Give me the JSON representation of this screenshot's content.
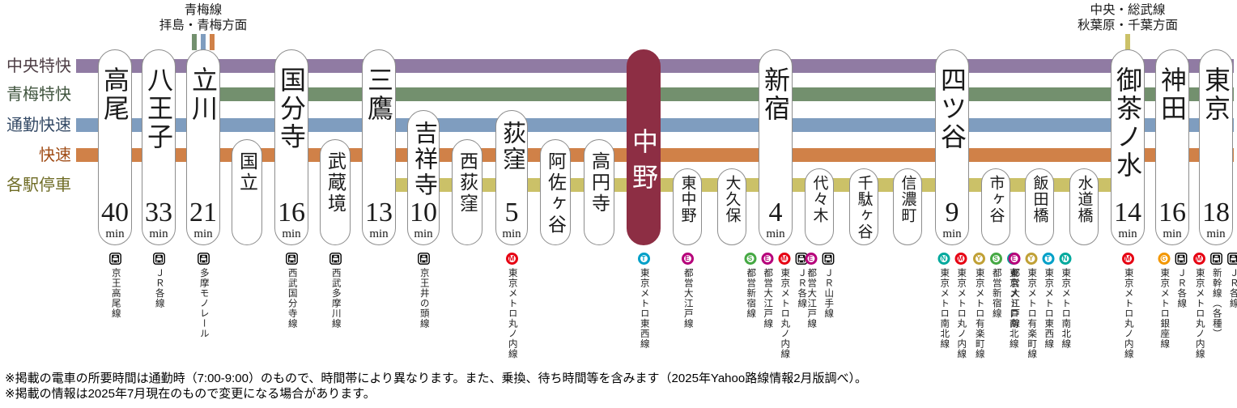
{
  "services": [
    {
      "key": "chuo-tokkai",
      "label": "中央特快",
      "color": "#907ba3",
      "label_color": "#4d3d44",
      "from": null,
      "to": null
    },
    {
      "key": "ome-tokkai",
      "label": "青梅特快",
      "color": "#73906e",
      "label_color": "#41553f",
      "from": "立川",
      "to": null
    },
    {
      "key": "tsukin-kaisoku",
      "label": "通勤快速",
      "color": "#7f9dbf",
      "label_color": "#344a66",
      "from": null,
      "to": null
    },
    {
      "key": "kaisoku",
      "label": "快速",
      "color": "#d08148",
      "label_color": "#a04c16",
      "from": null,
      "to": null
    },
    {
      "key": "kakueki",
      "label": "各駅停車",
      "color": "#cbc168",
      "label_color": "#6e6b24",
      "from": "三鷹",
      "to": "御茶ノ水"
    }
  ],
  "branches": [
    {
      "station": "立川",
      "line1": "青梅線",
      "line2": "拝島・青梅方面",
      "stub_colors": [
        "#73906e",
        "#7f9dbf",
        "#d08148"
      ]
    },
    {
      "station": "御茶ノ水",
      "line1": "中央・総武線",
      "line2": "秋葉原・千葉方面",
      "stub_colors": [
        "#cbc168"
      ]
    }
  ],
  "highlight_color": "#8d2e44",
  "units": {
    "min": "min"
  },
  "icon_colors": {
    "M": "#e60012",
    "T": "#00a0c8",
    "E": "#b6007a",
    "S": "#45a843",
    "N": "#00a99d",
    "Y": "#c0a035",
    "G": "#f39700"
  },
  "stations": [
    {
      "name": "高尾",
      "level": "express",
      "minutes": "40",
      "transfers": [
        {
          "icon": "train",
          "label": "京王高尾線"
        }
      ]
    },
    {
      "name": "八王子",
      "level": "express",
      "minutes": "33",
      "transfers": [
        {
          "icon": "train",
          "label": "ＪＲ各線"
        }
      ]
    },
    {
      "name": "立川",
      "level": "express",
      "minutes": "21",
      "transfers": [
        {
          "icon": "train",
          "label": "多摩モノレール"
        }
      ]
    },
    {
      "name": "国立",
      "level": "rapid",
      "minutes": null,
      "transfers": []
    },
    {
      "name": "国分寺",
      "level": "express",
      "minutes": "16",
      "transfers": [
        {
          "icon": "train",
          "label": "西武国分寺線"
        }
      ]
    },
    {
      "name": "武蔵境",
      "level": "rapid",
      "minutes": null,
      "transfers": [
        {
          "icon": "train",
          "label": "西武多摩川線"
        }
      ]
    },
    {
      "name": "三鷹",
      "level": "express",
      "minutes": "13",
      "transfers": []
    },
    {
      "name": "吉祥寺",
      "level": "tsukin",
      "minutes": "10",
      "transfers": [
        {
          "icon": "train",
          "label": "京王井の頭線"
        }
      ]
    },
    {
      "name": "西荻窪",
      "level": "rapid",
      "minutes": null,
      "transfers": []
    },
    {
      "name": "荻窪",
      "level": "tsukin",
      "minutes": "5",
      "transfers": [
        {
          "icon": "M",
          "label": "東京メトロ丸ノ内線"
        }
      ]
    },
    {
      "name": "阿佐ヶ谷",
      "level": "rapid",
      "minutes": null,
      "transfers": []
    },
    {
      "name": "高円寺",
      "level": "rapid",
      "minutes": null,
      "transfers": []
    },
    {
      "name": "中野",
      "level": "express",
      "minutes": null,
      "highlight": true,
      "transfers": [
        {
          "icon": "T",
          "label": "東京メトロ東西線"
        }
      ]
    },
    {
      "name": "東中野",
      "level": "local",
      "minutes": null,
      "transfers": [
        {
          "icon": "E",
          "label": "都営大江戸線"
        }
      ]
    },
    {
      "name": "大久保",
      "level": "local",
      "minutes": null,
      "transfers": []
    },
    {
      "name": "新宿",
      "level": "express",
      "minutes": "4",
      "transfers": [
        {
          "icon": "S",
          "label": "都営新宿線"
        },
        {
          "icon": "E",
          "label": "都営大江戸線"
        },
        {
          "icon": "M",
          "label": "東京メトロ丸ノ内線"
        },
        {
          "icon": "train",
          "label": "ＪＲ各線"
        }
      ]
    },
    {
      "name": "代々木",
      "level": "local",
      "minutes": null,
      "transfers": [
        {
          "icon": "E",
          "label": "都営大江戸線"
        },
        {
          "icon": "train",
          "label": "ＪＲ山手線"
        }
      ]
    },
    {
      "name": "千駄ヶ谷",
      "level": "local",
      "minutes": null,
      "transfers": []
    },
    {
      "name": "信濃町",
      "level": "local",
      "minutes": null,
      "transfers": []
    },
    {
      "name": "四ツ谷",
      "level": "express",
      "minutes": "9",
      "transfers": [
        {
          "icon": "N",
          "label": "東京メトロ南北線"
        },
        {
          "icon": "M",
          "label": "東京メトロ丸ノ内線"
        }
      ]
    },
    {
      "name": "市ヶ谷",
      "level": "local",
      "minutes": null,
      "transfers": [
        {
          "icon": "Y",
          "label": "東京メトロ有楽町線"
        },
        {
          "icon": "S",
          "label": "都営新宿線"
        },
        {
          "icon": "N",
          "label": "東京メトロ南北線"
        }
      ]
    },
    {
      "name": "飯田橋",
      "level": "local",
      "minutes": null,
      "transfers": [
        {
          "icon": "E",
          "label": "都営大江戸線"
        },
        {
          "icon": "Y",
          "label": "東京メトロ有楽町線"
        },
        {
          "icon": "T",
          "label": "東京メトロ東西線"
        },
        {
          "icon": "N",
          "label": "東京メトロ南北線"
        }
      ]
    },
    {
      "name": "水道橋",
      "level": "local",
      "minutes": null,
      "transfers": []
    },
    {
      "name": "御茶ノ水",
      "level": "express",
      "minutes": "14",
      "transfers": [
        {
          "icon": "M",
          "label": "東京メトロ丸ノ内線"
        }
      ]
    },
    {
      "name": "神田",
      "level": "express",
      "minutes": "16",
      "transfers": [
        {
          "icon": "G",
          "label": "東京メトロ銀座線"
        },
        {
          "icon": "train",
          "label": "ＪＲ各線"
        }
      ]
    },
    {
      "name": "東京",
      "level": "express",
      "minutes": "18",
      "transfers": [
        {
          "icon": "M",
          "label": "東京メトロ丸ノ内線"
        },
        {
          "icon": "train",
          "label": "新幹線（各種）"
        },
        {
          "icon": "train",
          "label": "ＪＲ各線"
        }
      ]
    }
  ],
  "footnotes": [
    "※掲載の電車の所要時間は通勤時（7:00-9:00）のもので、時間帯により異なります。また、乗換、待ち時間等を含みます（2025年Yahoo路線情報2月版調べ）。",
    "※掲載の情報は2025年7月現在のもので変更になる場合があります。"
  ]
}
